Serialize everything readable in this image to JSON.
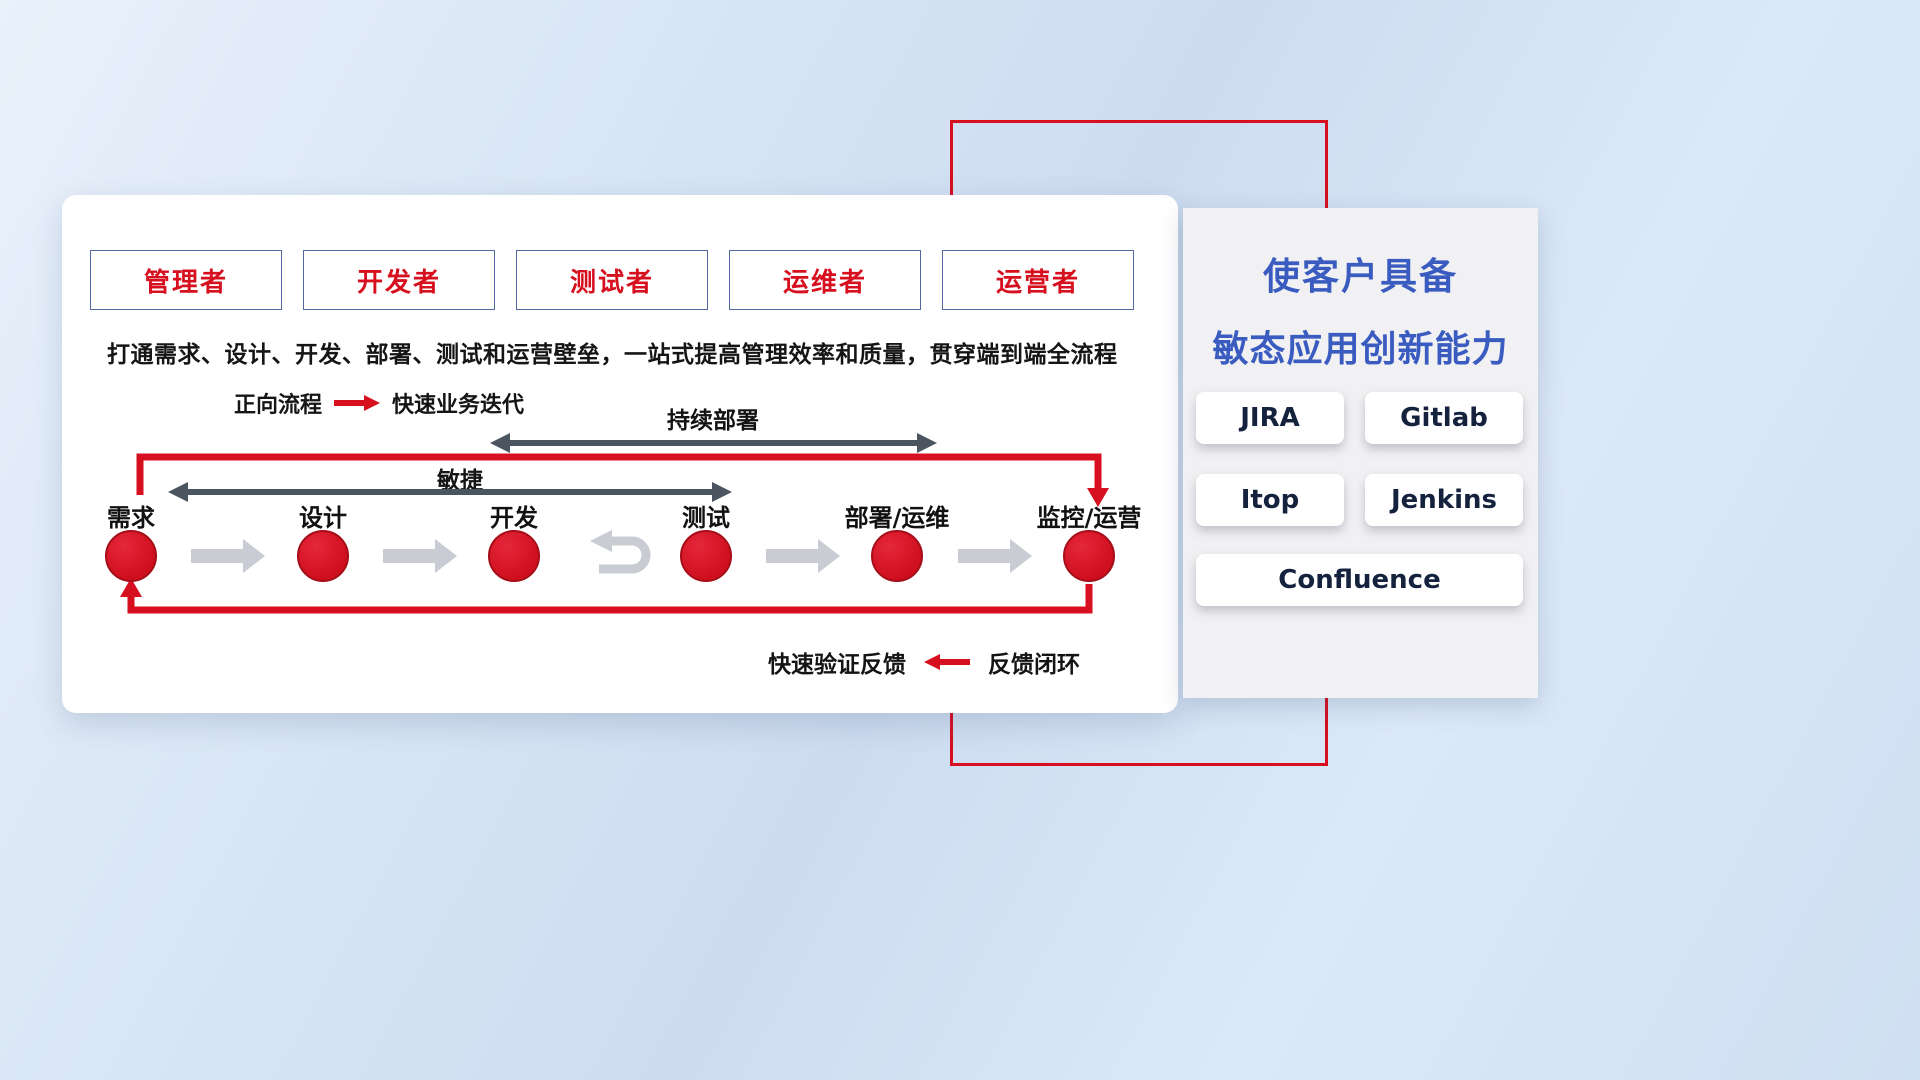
{
  "roles": [
    "管理者",
    "开发者",
    "测试者",
    "运维者",
    "运营者"
  ],
  "description": "打通需求、设计、开发、部署、测试和运营壁垒，一站式提高管理效率和质量，贯穿端到端全流程",
  "legend": {
    "forward_label": "正向流程",
    "forward_value": "快速业务迭代",
    "feedback_value": "快速验证反馈",
    "feedback_label": "反馈闭环"
  },
  "flow": {
    "cd_label": "持续部署",
    "agile_label": "敏捷",
    "stages": [
      "需求",
      "设计",
      "开发",
      "测试",
      "部署/运维",
      "监控/运营"
    ]
  },
  "panel": {
    "title_line1": "使客户具备",
    "title_line2": "敏态应用创新能力",
    "tools": [
      "JIRA",
      "Gitlab",
      "Itop",
      "Jenkins",
      "Confluence"
    ]
  },
  "colors": {
    "accent_red": "#d7101f",
    "title_blue": "#3a5cc0",
    "dark_arrow": "#4a5560",
    "gray_arrow": "#c9ccd2"
  }
}
